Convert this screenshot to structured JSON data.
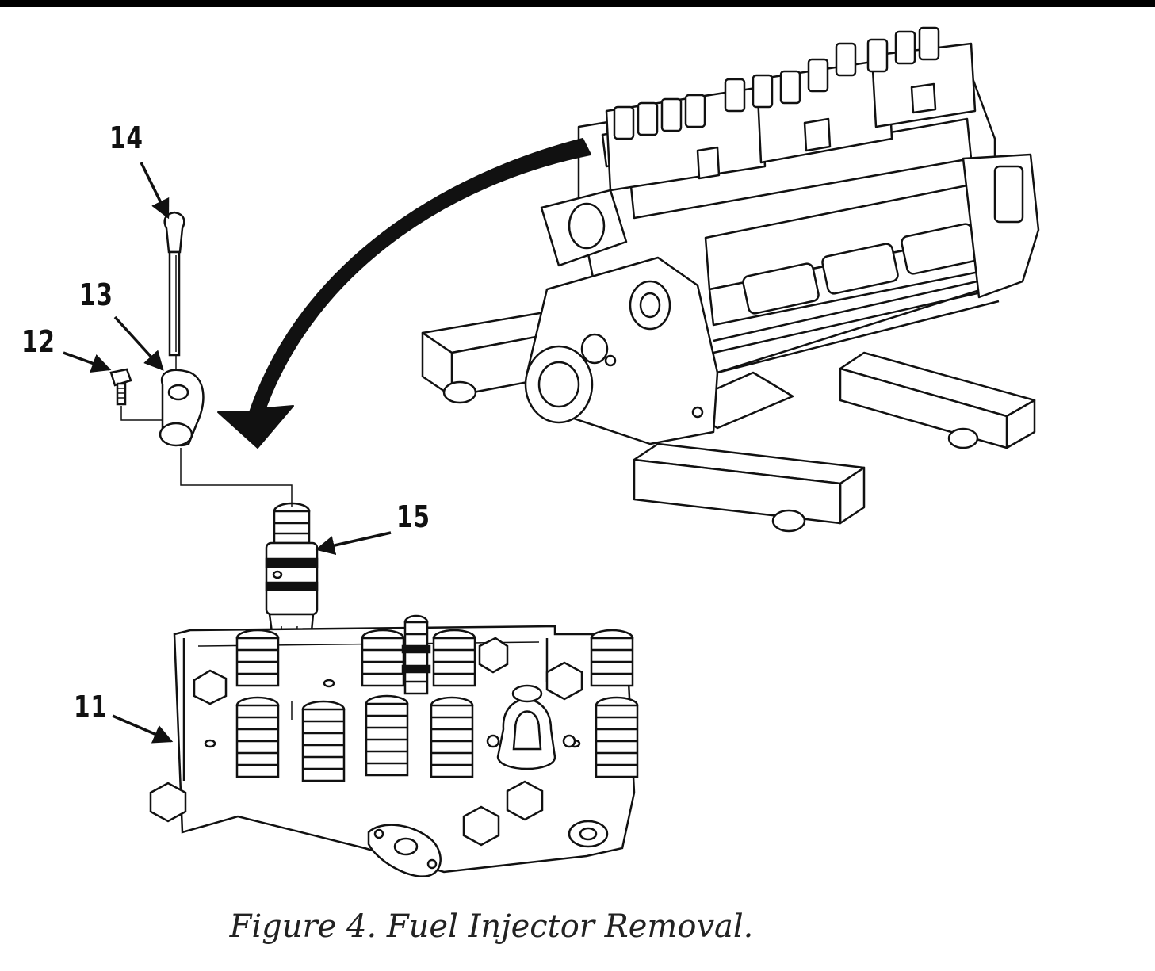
{
  "callouts": {
    "c14": "14",
    "c13": "13",
    "c12": "12",
    "c15": "15",
    "c11": "11"
  },
  "caption": "Figure 4.  Fuel Injector Removal.",
  "colors": {
    "ink": "#111111",
    "paper": "#ffffff"
  }
}
